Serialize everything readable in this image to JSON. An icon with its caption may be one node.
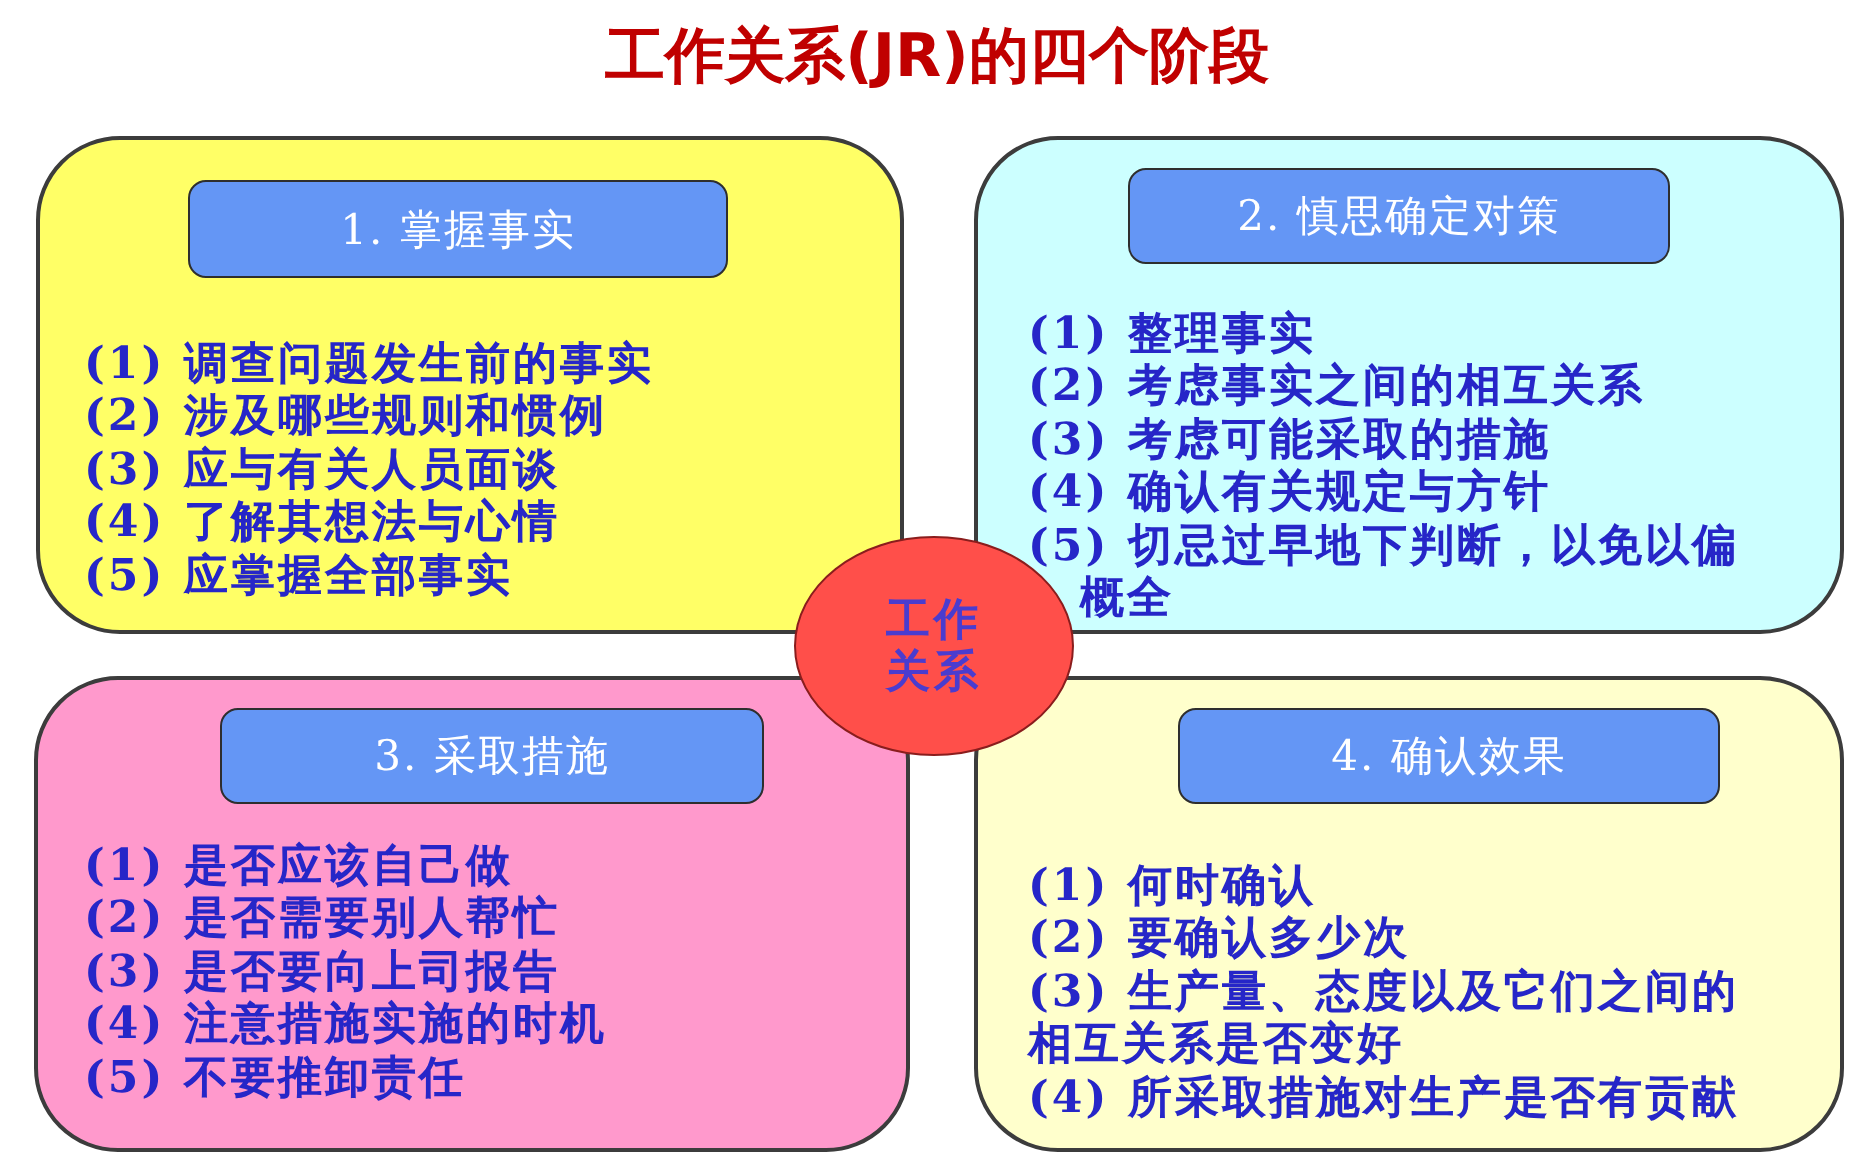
{
  "diagram": {
    "title": "工作关系(JR)的四个阶段",
    "nodes": [
      {
        "text": [
          "(1) 调查问题发生前的事实",
          "(2) 涉及哪些规则和惯例",
          "(3) 应与有关人员面谈",
          "(4) 了解其想法与心情",
          "(5) 应掌握全部事实"
        ]
      },
      {
        "text": [
          "1. 掌握事实"
        ],
        "in": 0
      },
      {
        "text": [
          "(1) 整理事实",
          "(2) 考虑事实之间的相互关系",
          "(3) 考虑可能采取的措施",
          "(4) 确认有关规定与方针",
          "(5) 切忌过早地下判断，以免以偏概全"
        ]
      },
      {
        "text": [
          "2. 慎思确定对策"
        ],
        "in": 2
      },
      {
        "text": [
          "(1) 是否应该自己做",
          "(2) 是否需要别人帮忙",
          "(3) 是否要向上司报告",
          "(4) 注意措施实施的时机",
          "(5) 不要推卸责任"
        ]
      },
      {
        "text": [
          "3. 采取措施"
        ],
        "in": 4
      },
      {
        "text": [
          "(1) 何时确认",
          "(2) 要确认多少次",
          "(3) 生产量、态度以及它们之间的相互关系是否变好",
          "(4) 所采取措施对生产是否有贡献"
        ]
      },
      {
        "text": [
          "4. 确认效果"
        ],
        "in": 6
      },
      {
        "text": [
          "工作关系"
        ]
      }
    ]
  }
}
